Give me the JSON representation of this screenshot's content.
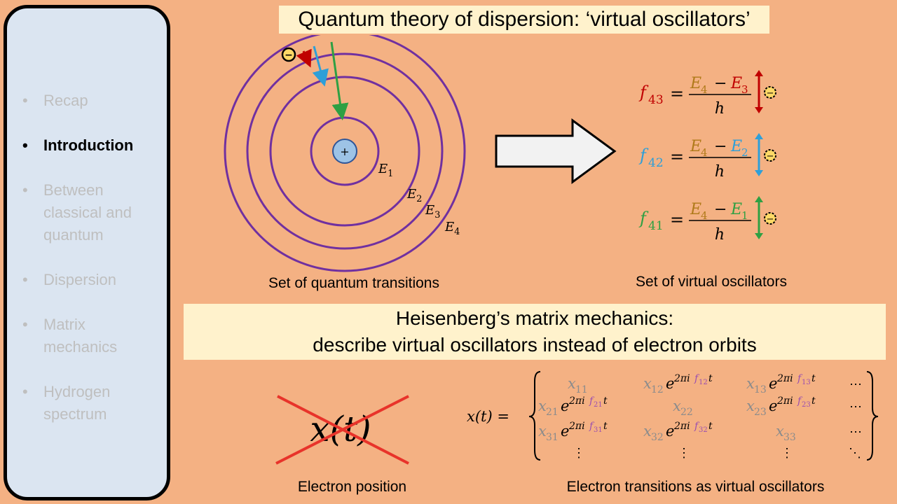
{
  "sidebar": {
    "items": [
      {
        "label": "Recap",
        "active": false
      },
      {
        "label": "Introduction",
        "active": true
      },
      {
        "label": "Between classical and quantum",
        "active": false
      },
      {
        "label": "Dispersion",
        "active": false
      },
      {
        "label": "Matrix mechanics",
        "active": false
      },
      {
        "label": "Hydrogen spectrum",
        "active": false
      }
    ]
  },
  "slide": {
    "title": "Quantum theory of dispersion: ‘virtual oscillators’",
    "quantum_caption": "Set of quantum transitions",
    "oscillator_caption": "Set of virtual oscillators",
    "heisenberg_line1": "Heisenberg’s matrix mechanics:",
    "heisenberg_line2": "describe virtual oscillators instead of electron orbits",
    "position_caption": "Electron position",
    "matrix_caption": "Electron transitions as virtual oscillators"
  },
  "atom": {
    "nucleus_symbol": "+",
    "electron_symbol": "−",
    "levels": [
      "E1",
      "E2",
      "E3",
      "E4"
    ],
    "orbit_color": "#7030a0",
    "nucleus_color": "#9dc3e6"
  },
  "oscillators": [
    {
      "f": "f",
      "sub": "43",
      "upper": "E",
      "upper_sub": "4",
      "lower": "E",
      "lower_sub": "3",
      "minus": "−",
      "den": "h",
      "color": "#c00000"
    },
    {
      "f": "f",
      "sub": "42",
      "upper": "E",
      "upper_sub": "4",
      "lower": "E",
      "lower_sub": "2",
      "minus": "−",
      "den": "h",
      "color": "#2e9fd8"
    },
    {
      "f": "f",
      "sub": "41",
      "upper": "E",
      "upper_sub": "4",
      "lower": "E",
      "lower_sub": "1",
      "minus": "−",
      "den": "h",
      "color": "#2ea043"
    }
  ],
  "colors": {
    "background": "#f4b183",
    "banner": "#fff2cc",
    "brown": "#b07a1a",
    "matrix_gray": "#8c8c8c",
    "freq_purple": "#9b4fb0",
    "cross_red": "#e8332a"
  },
  "crossed_out": {
    "expr": "x(t)"
  },
  "matrix": {
    "lhs": "x(t) =",
    "rows": [
      [
        {
          "x": "x",
          "sub": "11",
          "exp": ""
        },
        {
          "x": "x",
          "sub": "12",
          "exp": "2πi",
          "f": "f",
          "fsub": "12"
        },
        {
          "x": "x",
          "sub": "13",
          "exp": "2πi",
          "f": "f",
          "fsub": "13"
        }
      ],
      [
        {
          "x": "x",
          "sub": "21",
          "exp": "2πi",
          "f": "f",
          "fsub": "21"
        },
        {
          "x": "x",
          "sub": "22",
          "exp": ""
        },
        {
          "x": "x",
          "sub": "23",
          "exp": "2πi",
          "f": "f",
          "fsub": "23"
        }
      ],
      [
        {
          "x": "x",
          "sub": "31",
          "exp": "2πi",
          "f": "f",
          "fsub": "31"
        },
        {
          "x": "x",
          "sub": "32",
          "exp": "2πi",
          "f": "f",
          "fsub": "32"
        },
        {
          "x": "x",
          "sub": "33",
          "exp": ""
        }
      ]
    ],
    "e": "e",
    "t": "t",
    "hdots": "⋯",
    "vdots": "⋮",
    "ddots": "⋱"
  }
}
